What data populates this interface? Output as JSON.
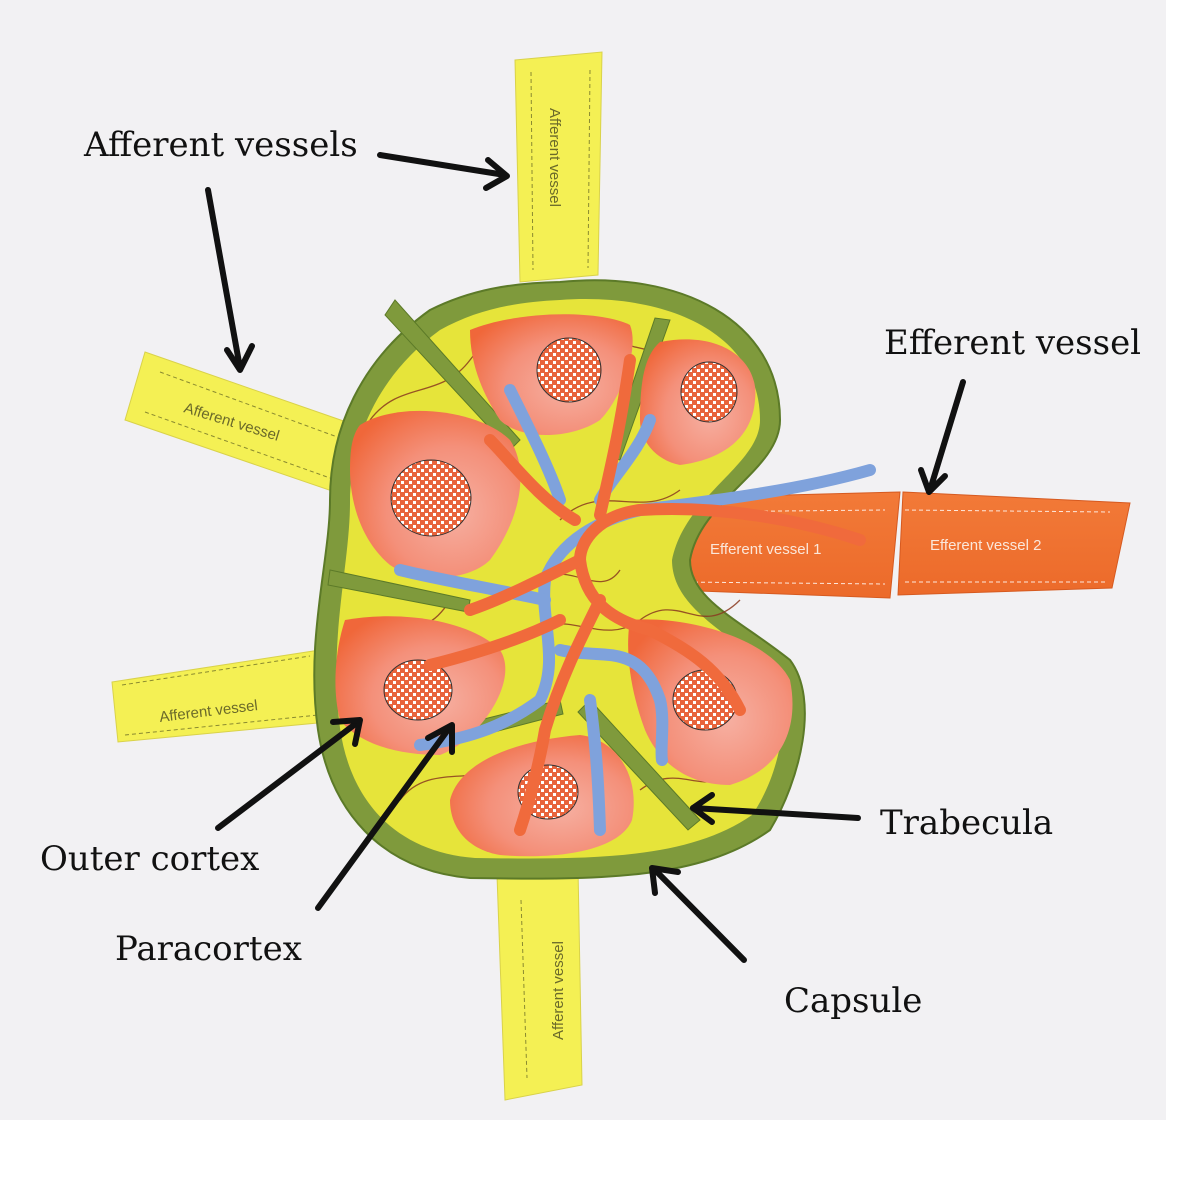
{
  "title": "Paper model of a lymph node",
  "callouts": {
    "afferent_vessels": "Afferent vessels",
    "efferent_vessel": "Efferent vessel",
    "trabecula": "Trabecula",
    "capsule": "Capsule",
    "outer_cortex": "Outer cortex",
    "paracortex": "Paracortex"
  },
  "vessel_labels": {
    "afferent_top": "Afferent vessel",
    "afferent_left_upper": "Afferent vessel",
    "afferent_left_lower": "Afferent vessel",
    "afferent_bottom": "Afferent vessel",
    "efferent_1": "Efferent vessel 1",
    "efferent_2": "Efferent vessel 2"
  },
  "colors": {
    "capsule_green": "#7f9a3c",
    "medulla_yellow": "#e6e43a",
    "afferent_yellow": "#f4f054",
    "cortex_orange": "#f06a3c",
    "paracortex_pink": "#f3a294",
    "vein_blue": "#7fa2dc",
    "efferent_orange": "#f0702e",
    "reticular_brown": "#8a3a20"
  }
}
